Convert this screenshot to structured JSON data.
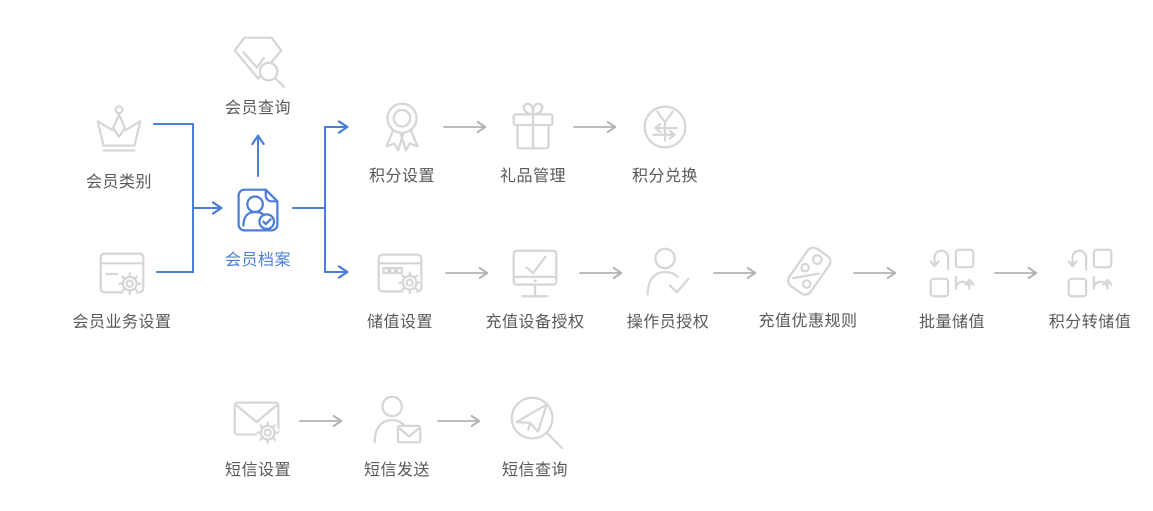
{
  "colors": {
    "accent_blue": "#4a7ed9",
    "icon_gray": "#d6d6d6",
    "arrow_gray": "#b3b3b3",
    "label_gray": "#595959",
    "page_bg": "#ffffff"
  },
  "nodes": {
    "member_query": {
      "label": "会员查询",
      "icon": "gem-search-icon"
    },
    "member_category": {
      "label": "会员类别",
      "icon": "crown-icon"
    },
    "member_profile": {
      "label": "会员档案",
      "icon": "profile-doc-icon",
      "active": true
    },
    "member_business_settings": {
      "label": "会员业务设置",
      "icon": "card-gear-icon"
    },
    "points_settings": {
      "label": "积分设置",
      "icon": "medal-icon"
    },
    "gift_management": {
      "label": "礼品管理",
      "icon": "gift-icon"
    },
    "points_exchange": {
      "label": "积分兑换",
      "icon": "currency-exchange-icon"
    },
    "stored_value_settings": {
      "label": "储值设置",
      "icon": "window-gear-icon"
    },
    "recharge_device_auth": {
      "label": "充值设备授权",
      "icon": "monitor-check-icon"
    },
    "operator_auth": {
      "label": "操作员授权",
      "icon": "person-check-icon"
    },
    "recharge_discount_rules": {
      "label": "充值优惠规则",
      "icon": "tag-percent-icon"
    },
    "batch_stored_value": {
      "label": "批量储值",
      "icon": "batch-transfer-icon"
    },
    "points_to_stored_value": {
      "label": "积分转储值",
      "icon": "batch-transfer-icon"
    },
    "sms_settings": {
      "label": "短信设置",
      "icon": "mail-gear-icon"
    },
    "sms_send": {
      "label": "短信发送",
      "icon": "person-mail-icon"
    },
    "sms_query": {
      "label": "短信查询",
      "icon": "send-search-icon"
    }
  }
}
